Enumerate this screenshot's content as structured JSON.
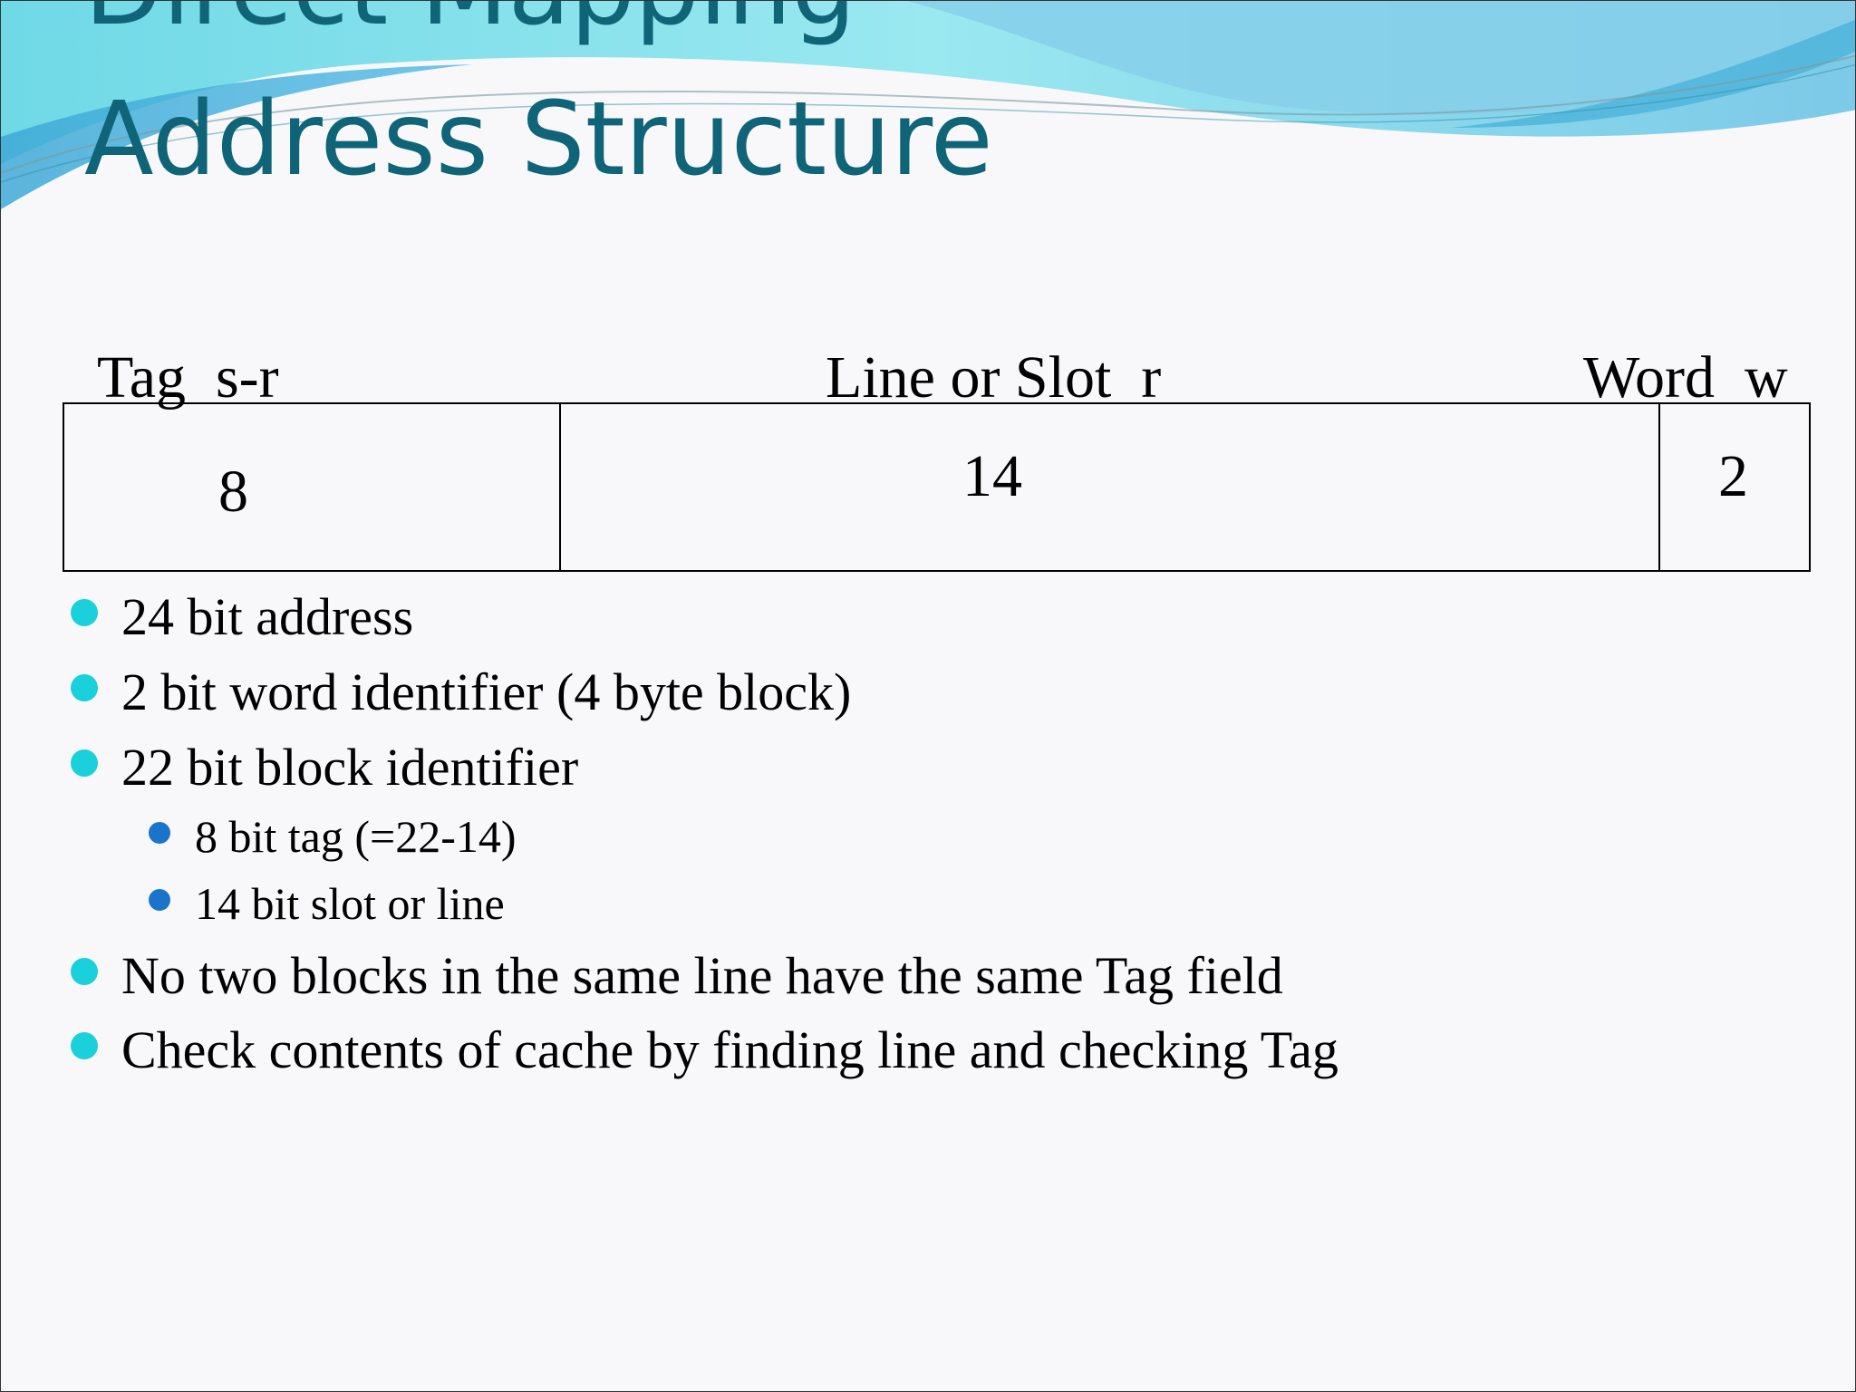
{
  "slide": {
    "title_line_1": "Direct Mapping",
    "title_line_2": "Address Structure"
  },
  "address_format": {
    "fields": [
      {
        "label": "Tag  s-r",
        "bits": "8"
      },
      {
        "label": "Line or Slot  r",
        "bits": "14"
      },
      {
        "label": "Word  w",
        "bits": "2"
      }
    ]
  },
  "bullets": [
    {
      "level": 1,
      "text": "24 bit address"
    },
    {
      "level": 1,
      "text": "2 bit word identifier (4 byte block)"
    },
    {
      "level": 1,
      "text": "22 bit block identifier"
    },
    {
      "level": 2,
      "text": "8 bit tag (=22-14)"
    },
    {
      "level": 2,
      "text": "14 bit slot or line"
    },
    {
      "level": 1,
      "text": "No two blocks in the same line have the same Tag field"
    },
    {
      "level": 1,
      "text": "Check contents of cache by finding line and checking Tag"
    }
  ],
  "colors": {
    "title": "#0f6577",
    "bullet_level_1": "#1ad0da",
    "bullet_level_2": "#1a74c9",
    "wave_light": "#8fe6ef",
    "wave_mid": "#5cc3e0",
    "wave_dark": "#3aa0c8"
  }
}
